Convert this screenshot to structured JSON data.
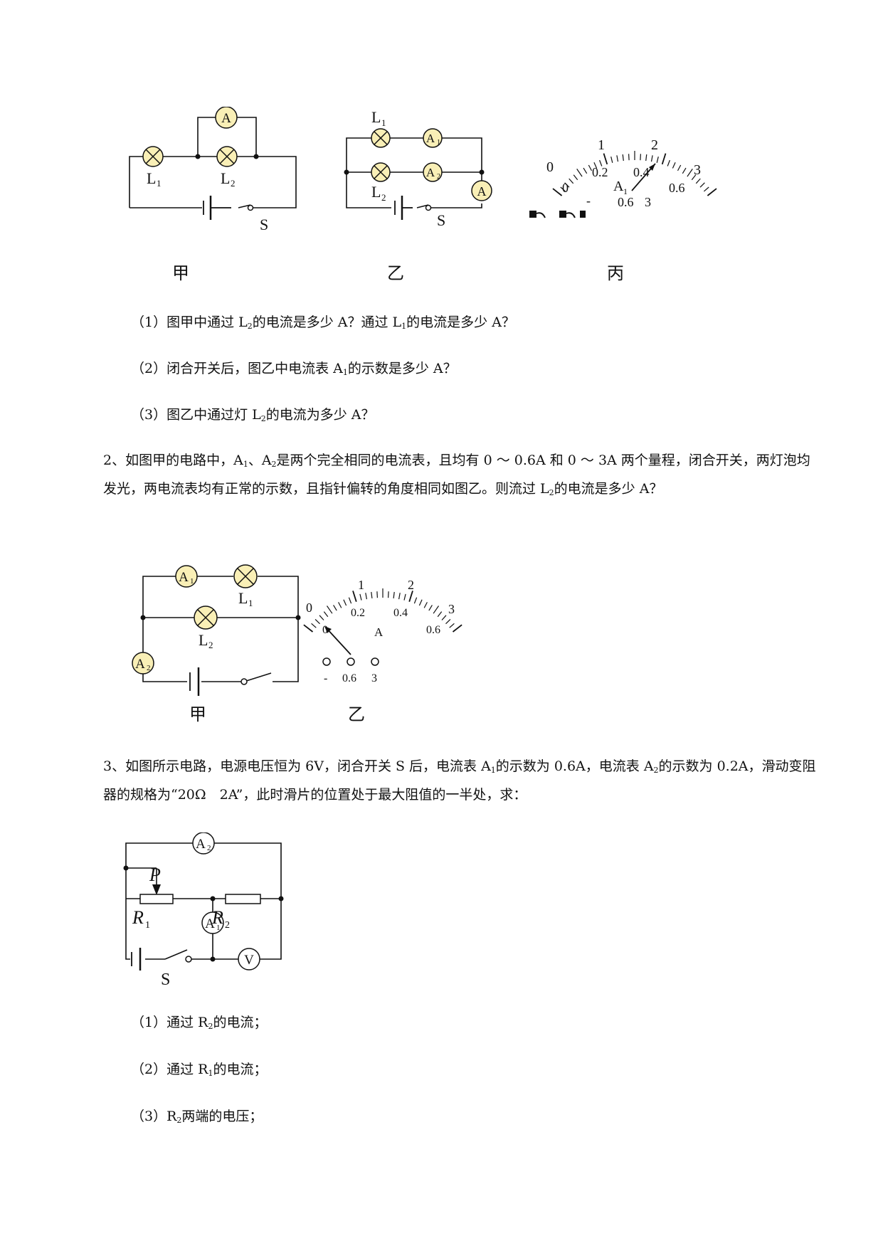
{
  "labels": {
    "L1": "L",
    "L2": "L",
    "one": "1",
    "two": "2",
    "A": "A",
    "A1": "A",
    "A2": "A",
    "S": "S",
    "P": "P",
    "R": "R",
    "V": "V"
  },
  "figure1": {
    "caption_jia": "甲",
    "caption_yi": "乙",
    "caption_bing": "丙",
    "meter": {
      "top_scale": [
        "0",
        "1",
        "2",
        "3"
      ],
      "bottom_scale": [
        "0",
        "0.2",
        "0.4",
        "0.6"
      ],
      "terminals": [
        "-",
        "0.6",
        "3"
      ],
      "needle_reading_top_scale": 2.2
    }
  },
  "q1": {
    "sub1": {
      "pre": "（1）图甲中通过 L",
      "s1": "2",
      "mid": "的电流是多少 A？通过 L",
      "s2": "1",
      "post": "的电流是多少 A？"
    },
    "sub2": {
      "pre": "（2）闭合开关后，图乙中电流表 A",
      "s1": "1",
      "post": "的示数是多少 A？"
    },
    "sub3": {
      "pre": "（3）图乙中通过灯 L",
      "s1": "2",
      "post": "的电流为多少 A？"
    }
  },
  "q2": {
    "t1": "2、如图甲的电路中，A",
    "s1": "1",
    "t2": "、A",
    "s2": "2",
    "t3": "是两个完全相同的电流表，且均有 0 ～ 0.6A 和 0 ～ 3A 两个量程，闭合开关，两灯泡均发光，两电流表均有正常的示数，且指针偏转的角度相同如图乙。则流过 L",
    "s3": "2",
    "t4": "的电流是多少 A？",
    "caption_jia": "甲",
    "caption_yi": "乙",
    "meter": {
      "top_scale": [
        "0",
        "1",
        "2",
        "3"
      ],
      "bottom_scale": [
        "0",
        "0.2",
        "0.4",
        "0.6"
      ],
      "terminals": [
        "-",
        "0.6",
        "3"
      ],
      "needle_reading_top_scale": 0.45
    }
  },
  "q3": {
    "t1": "3、如图所示电路，电源电压恒为 6V，闭合开关 S 后，电流表 A",
    "s1": "1",
    "t2": "的示数为 0.6A，电流表 A",
    "s2": "2",
    "t3": "的示数为 0.2A，滑动变阻器的规格为“20Ω　2A”，此时滑片的位置处于最大阻值的一半处，求：",
    "sub1": {
      "pre": "（1）通过 R",
      "s1": "2",
      "post": "的电流；"
    },
    "sub2": {
      "pre": "（2）通过 R",
      "s1": "1",
      "post": "的电流；"
    },
    "sub3": {
      "pre": "（3）R",
      "s1": "2",
      "post": "两端的电压；"
    }
  }
}
